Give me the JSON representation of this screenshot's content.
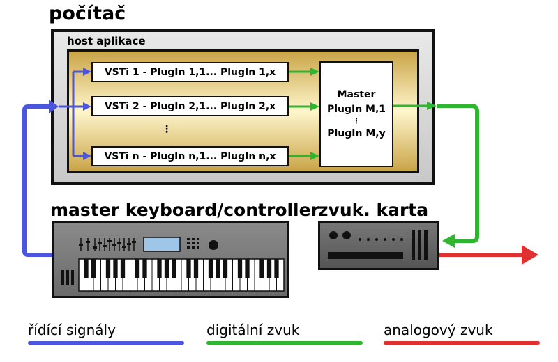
{
  "computer": {
    "title": "počítač"
  },
  "host": {
    "label": "host aplikace",
    "plugins": [
      "VSTi 1 - PlugIn 1,1... PlugIn 1,x",
      "VSTi 2 - PlugIn 2,1... PlugIn 2,x",
      "VSTi n - PlugIn n,1... PlugIn n,x"
    ],
    "vertical_ellipsis": "⋮",
    "master": {
      "line1": "Master",
      "line2": "PlugIn M,1",
      "ellipsis": "⋮",
      "line3": "PlugIn M,y"
    }
  },
  "keyboard": {
    "title": "master keyboard/controller"
  },
  "soundcard": {
    "title": "zvuk. karta"
  },
  "legend": [
    {
      "label": "řídící signály",
      "color": "#4a56e0"
    },
    {
      "label": "digitální zvuk",
      "color": "#2fb52f"
    },
    {
      "label": "analogový zvuk",
      "color": "#e03030"
    }
  ]
}
